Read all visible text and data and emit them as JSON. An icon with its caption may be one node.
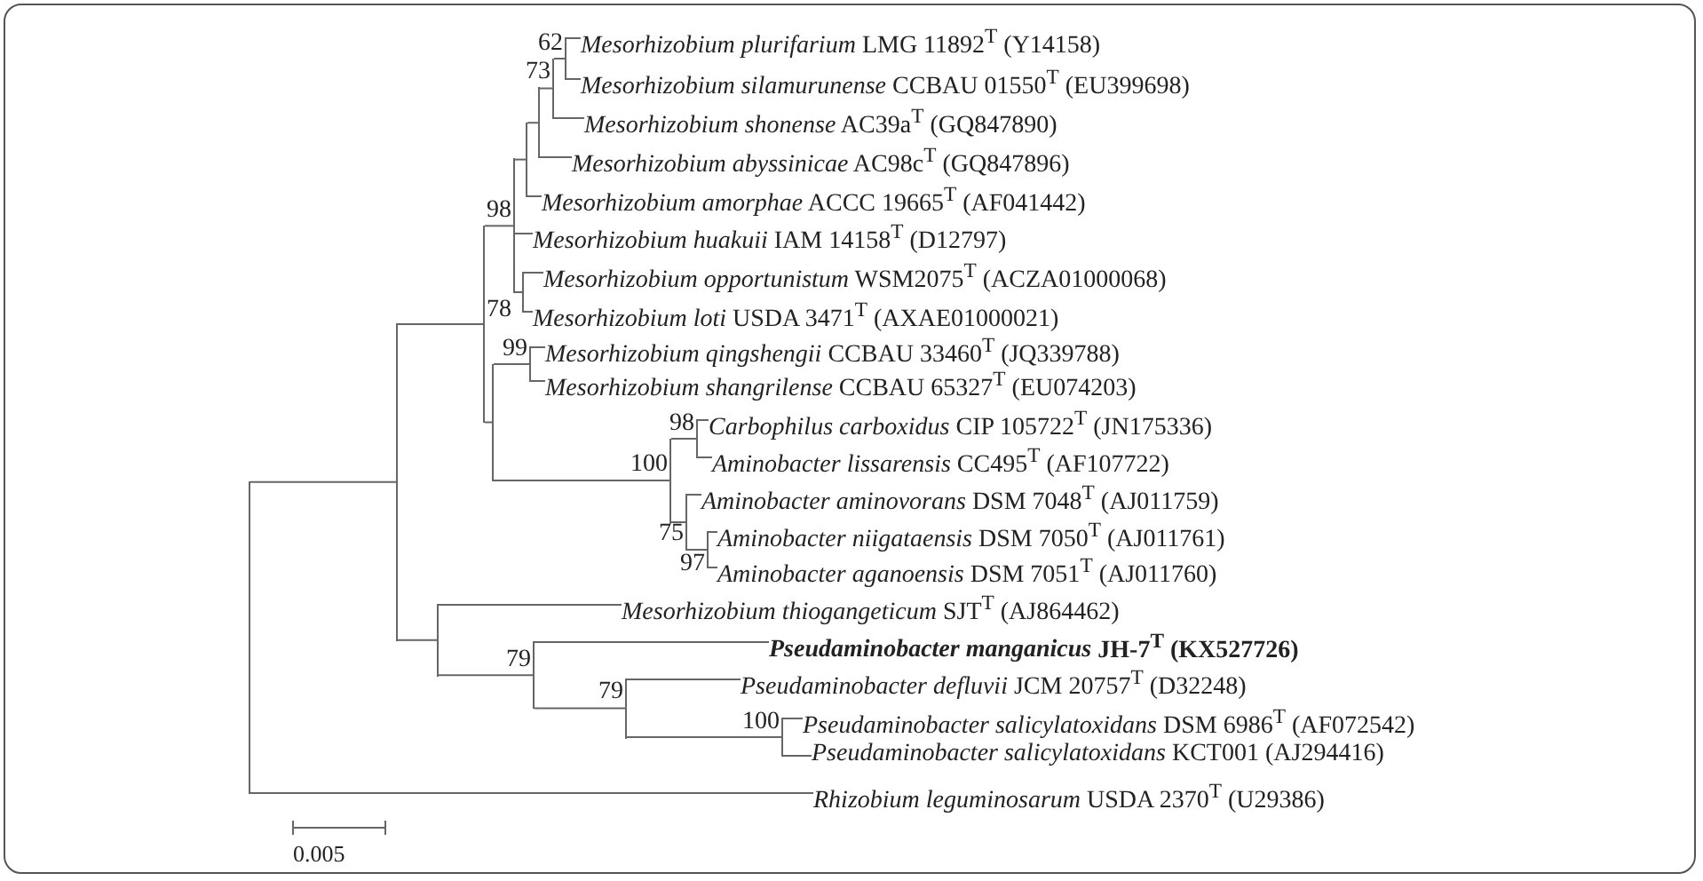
{
  "diagram": {
    "nodes": [
      {
        "text": [
          "*Mesorhizobium plurifarium* LMG 11892$^{T}$ (Y14158)"
        ]
      },
      {
        "text": [
          "*Mesorhizobium silamurunense* CCBAU 01550$^{T}$ (EU399698)"
        ]
      },
      {
        "text": [
          "*Mesorhizobium shonense* AC39a$^{T}$ (GQ847890)"
        ]
      },
      {
        "text": [
          "*Mesorhizobium abyssinicae* AC98c$^{T}$ (GQ847896)"
        ]
      },
      {
        "text": [
          "*Mesorhizobium amorphae* ACCC 19665$^{T}$ (AF041442)"
        ]
      },
      {
        "text": [
          "*Mesorhizobium huakuii* IAM 14158$^{T}$ (D12797)"
        ]
      },
      {
        "text": [
          "*Mesorhizobium opportunistum* WSM2075$^{T}$ (ACZA01000068)"
        ]
      },
      {
        "text": [
          "*Mesorhizobium loti* USDA 3471$^{T}$ (AXAE01000021)"
        ]
      },
      {
        "text": [
          "*Mesorhizobium qingshengii* CCBAU 33460$^{T}$ (JQ339788)"
        ]
      },
      {
        "text": [
          "*Mesorhizobium shangrilense* CCBAU 65327$^{T}$ (EU074203)"
        ]
      },
      {
        "text": [
          "*Carbophilus carboxidus* CIP 105722$^{T}$ (JN175336)"
        ]
      },
      {
        "text": [
          "*Aminobacter lissarensis* CC495$^{T}$ (AF107722)"
        ]
      },
      {
        "text": [
          "*Aminobacter aminovorans* DSM 7048$^{T}$ (AJ011759)"
        ]
      },
      {
        "text": [
          "*Aminobacter niigataensis* DSM 7050$^{T}$ (AJ011761)"
        ]
      },
      {
        "text": [
          "*Aminobacter aganoensis* DSM 7051$^{T}$ (AJ011760)"
        ]
      },
      {
        "text": [
          "*Mesorhizobium thiogangeticum* SJT$^{T}$ (AJ864462)"
        ]
      },
      {
        "text": [
          "**Pseudaminobacter manganicus** **JH-7$^{T}$ (KX527726)**"
        ]
      },
      {
        "text": [
          "*Pseudaminobacter defluvii* JCM 20757$^{T}$ (D32248)"
        ]
      },
      {
        "text": [
          "*Pseudaminobacter salicylatoxidans* DSM 6986$^{T}$ (AF072542)"
        ]
      },
      {
        "text": [
          "*Pseudaminobacter salicylatoxidans* KCT001 (AJ294416)"
        ]
      },
      {
        "text": [
          "*Rhizobium leguminosarum* USDA 2370$^{T}$ (U29386)"
        ]
      },
      {
        "text": [],
        "shape": "bar",
        "beside": [
          "62"
        ]
      },
      {
        "text": [],
        "shape": "bar",
        "beside": [
          "73"
        ]
      },
      {
        "text": [],
        "shape": "bar"
      },
      {
        "text": [],
        "shape": "bar"
      },
      {
        "text": [],
        "shape": "bar",
        "beside": [
          "78"
        ]
      },
      {
        "text": [],
        "shape": "bar",
        "beside": [
          "98"
        ]
      },
      {
        "text": [],
        "shape": "bar",
        "beside": [
          "99"
        ]
      },
      {
        "text": [],
        "shape": "bar",
        "beside": [
          "98"
        ]
      },
      {
        "text": [],
        "shape": "bar",
        "beside": [
          "97"
        ]
      },
      {
        "text": [],
        "shape": "bar",
        "beside": [
          "75"
        ]
      },
      {
        "text": [],
        "shape": "bar",
        "beside": [
          "100"
        ]
      },
      {
        "text": [],
        "shape": "bar"
      },
      {
        "text": [],
        "shape": "bar"
      },
      {
        "text": [],
        "shape": "bar",
        "beside": [
          "100"
        ]
      },
      {
        "text": [],
        "shape": "bar",
        "beside": [
          "79"
        ]
      },
      {
        "text": [],
        "shape": "bar",
        "beside": [
          "79"
        ]
      },
      {
        "text": [],
        "shape": "bar"
      },
      {
        "text": [],
        "shape": "bar"
      },
      {
        "text": [],
        "shape": "bar"
      }
    ],
    "edges": [
      {
        "from": 21,
        "to": 0,
        "arrow": "none"
      },
      {
        "from": 21,
        "to": 1,
        "arrow": "none"
      },
      {
        "from": 22,
        "to": 21,
        "arrow": "none"
      },
      {
        "from": 22,
        "to": 2,
        "arrow": "none"
      },
      {
        "from": 23,
        "to": 22,
        "arrow": "none"
      },
      {
        "from": 23,
        "to": 3,
        "arrow": "none"
      },
      {
        "from": 24,
        "to": 23,
        "arrow": "none"
      },
      {
        "from": 24,
        "to": 4,
        "arrow": "none"
      },
      {
        "from": 25,
        "to": 6,
        "arrow": "none"
      },
      {
        "from": 25,
        "to": 7,
        "arrow": "none"
      },
      {
        "from": 26,
        "to": 24,
        "arrow": "none"
      },
      {
        "from": 26,
        "to": 5,
        "arrow": "none"
      },
      {
        "from": 26,
        "to": 25,
        "arrow": "none"
      },
      {
        "from": 27,
        "to": 8,
        "arrow": "none"
      },
      {
        "from": 27,
        "to": 9,
        "arrow": "none"
      },
      {
        "from": 28,
        "to": 10,
        "arrow": "none"
      },
      {
        "from": 28,
        "to": 11,
        "arrow": "none"
      },
      {
        "from": 29,
        "to": 13,
        "arrow": "none"
      },
      {
        "from": 29,
        "to": 14,
        "arrow": "none"
      },
      {
        "from": 30,
        "to": 12,
        "arrow": "none"
      },
      {
        "from": 30,
        "to": 29,
        "arrow": "none"
      },
      {
        "from": 31,
        "to": 28,
        "arrow": "none"
      },
      {
        "from": 31,
        "to": 30,
        "arrow": "none"
      },
      {
        "from": 32,
        "to": 27,
        "arrow": "none"
      },
      {
        "from": 32,
        "to": 31,
        "arrow": "none"
      },
      {
        "from": 33,
        "to": 26,
        "arrow": "none"
      },
      {
        "from": 33,
        "to": 32,
        "arrow": "none"
      },
      {
        "from": 34,
        "to": 18,
        "arrow": "none"
      },
      {
        "from": 34,
        "to": 19,
        "arrow": "none"
      },
      {
        "from": 35,
        "to": 17,
        "arrow": "none"
      },
      {
        "from": 35,
        "to": 34,
        "arrow": "none"
      },
      {
        "from": 36,
        "to": 16,
        "arrow": "none"
      },
      {
        "from": 36,
        "to": 35,
        "arrow": "none"
      },
      {
        "from": 37,
        "to": 15,
        "arrow": "none"
      },
      {
        "from": 37,
        "to": 36,
        "arrow": "none"
      },
      {
        "from": 38,
        "to": 33,
        "arrow": "none"
      },
      {
        "from": 38,
        "to": 37,
        "arrow": "none"
      },
      {
        "from": 39,
        "to": 38,
        "arrow": "none"
      },
      {
        "from": 39,
        "to": 20,
        "arrow": "none"
      }
    ],
    "labels": [
      "0.005"
    ]
  }
}
